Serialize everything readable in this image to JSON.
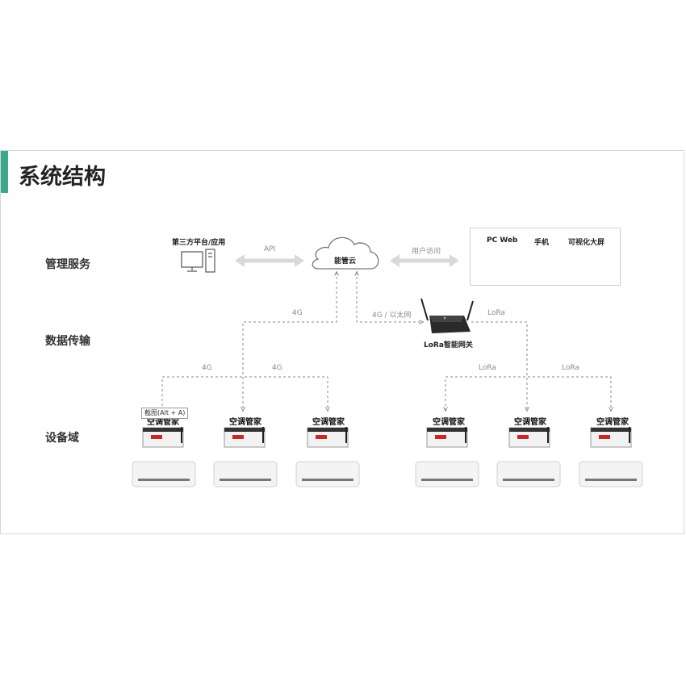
{
  "header": {
    "title": "系统结构"
  },
  "rows": {
    "management": "管理服务",
    "transmission": "数据传输",
    "devices": "设备域"
  },
  "third_party": "第三方平台/应用",
  "cloud": "能管云",
  "links": {
    "api": "API",
    "user_access": "用户访问",
    "g4": "4G",
    "g4_ethernet": "4G / 以太网",
    "lora": "LoRa"
  },
  "clients": {
    "pc": "PC Web",
    "phone": "手机",
    "screen": "可视化大屏"
  },
  "gateway": "LoRa智能网关",
  "device_name": "空调管家",
  "tooltip": "截图(Alt + A)",
  "colors": {
    "accent": "#3aa88c",
    "line": "#8a8a8a",
    "arrow": "#d9d9d9",
    "ac_unit": "#f4f4f4"
  }
}
